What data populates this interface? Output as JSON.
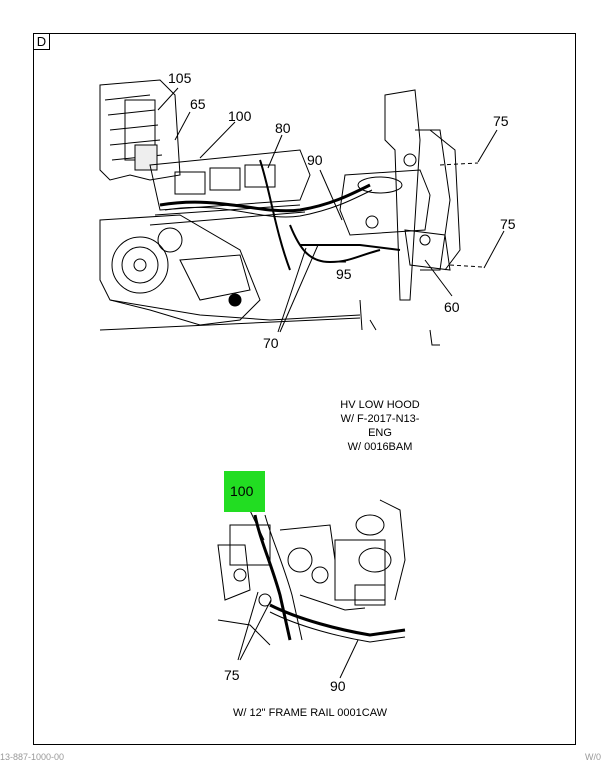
{
  "section_label": "D",
  "callouts_top": {
    "c105": "105",
    "c65": "65",
    "c100": "100",
    "c80": "80",
    "c90": "90",
    "c75a": "75",
    "c75b": "75",
    "c95": "95",
    "c60": "60",
    "c70": "70"
  },
  "caption_top": {
    "line1": "HV LOW HOOD",
    "line2": "W/ F-2017-N13-ENG",
    "line3": "W/ 0016BAM"
  },
  "callouts_bottom": {
    "highlight": "100",
    "c75": "75",
    "c90": "90"
  },
  "caption_bottom": "W/ 12\" FRAME RAIL 0001CAW",
  "footer": {
    "left": "13-887-1000-00",
    "right": "W/0"
  },
  "colors": {
    "highlight": "#22dd22",
    "line": "#000000"
  }
}
